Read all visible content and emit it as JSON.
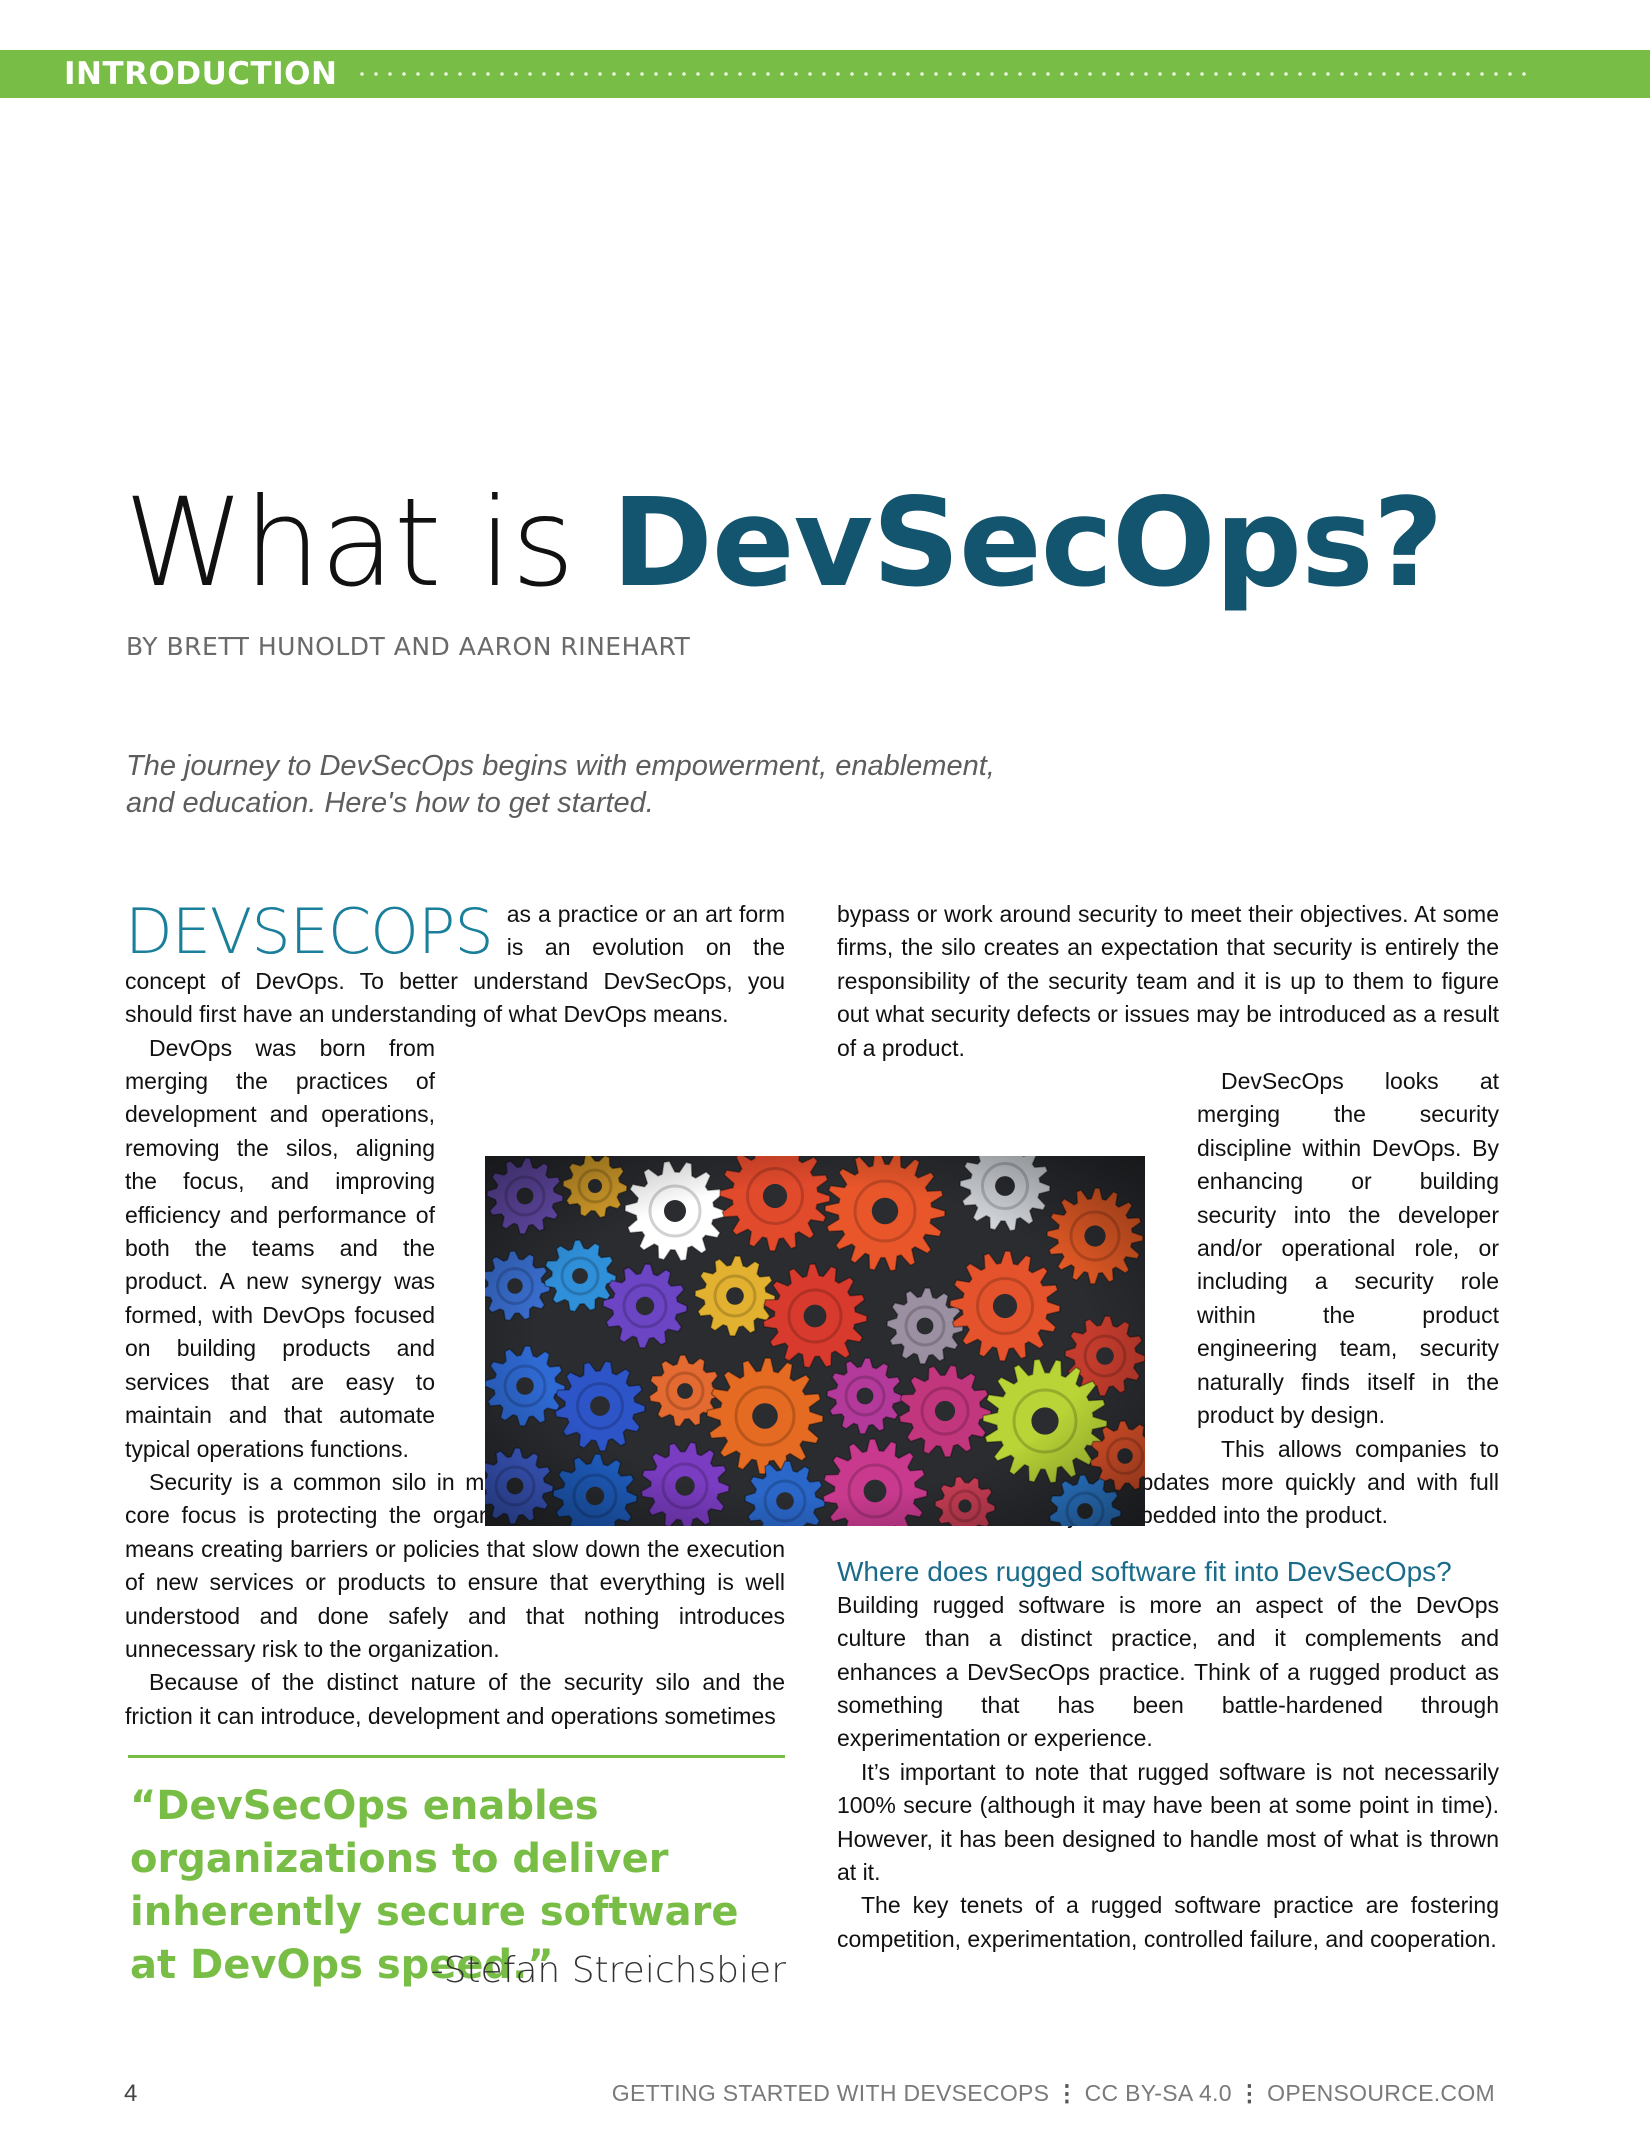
{
  "header": {
    "section": "INTRODUCTION"
  },
  "article": {
    "title_plain": "What is ",
    "title_accent": "DevSecOps?",
    "byline": "BY BRETT HUNOLDT AND AARON RINEHART",
    "lede_line1": "The journey to DevSecOps begins with empowerment, enablement,",
    "lede_line2": "and education. Here's how to get started.",
    "dropcap": "DEVSECOPS",
    "p1": "as a practice or an art form is an evolution on the concept of DevOps. To better understand DevSecOps, you should first have an understanding of what DevOps means.",
    "p2": "DevOps was born from merging the practices of development and operations, removing the silos, aligning the focus, and improving efficiency and performance of both the teams and the product. A new synergy was formed, with DevOps focused on building products and services that are easy to maintain and that automate typical operations functions.",
    "p3": "Security is a common silo in many organizations. Security’s core focus is protecting the organization, and sometimes this means creating barriers or policies that slow down the execution of new services or products to ensure that everything is well understood and done safely and that nothing introduces unnecessary risk to the organization.",
    "p4": "Because of the distinct nature of the security silo and the friction it can introduce, development and operations sometimes",
    "p5": "bypass or work around security to meet their objectives. At some firms, the silo creates an expectation that security is entirely the responsibility of the security team and it is up to them to figure out what security defects or issues may be introduced as a result of a product.",
    "p6": "DevSecOps looks at merging the security discipline within DevOps. By enhancing or building security into the developer and/or operational role, or including a security role within the product engineering team, security naturally finds itself in the product by design.",
    "p7": "This allows companies to release new products and updates more quickly and with full confidence that security is embedded into the product.",
    "subhead": "Where does rugged software fit into DevSecOps?",
    "p8": "Building rugged software is more an aspect of the DevOps culture than a distinct practice, and it complements and enhances a DevSecOps practice. Think of a rugged product as something that has been battle-hardened through experimentation or experience.",
    "p9": "It’s important to note that rugged software is not necessarily 100% secure (although it may have been at some point in time). However, it has been designed to handle most of what is thrown at it.",
    "p10": "The key tenets of a rugged software practice are fostering competition, experimentation, controlled failure, and cooperation."
  },
  "pull_quote": {
    "text": "“DevSecOps enables organizations to deliver inherently secure software at DevOps speed.”",
    "author": "-Stefan Streichsbier"
  },
  "footer": {
    "page_number": "4",
    "book": "GETTING STARTED WITH DEVSECOPS",
    "license": "CC BY-SA 4.0",
    "site": "OPENSOURCE.COM",
    "separator": "⋮"
  },
  "colors": {
    "accent_green": "#78bd45",
    "title_blue": "#13546e",
    "dropcap_teal": "#1a7f9a",
    "subhead_blue": "#1a6c8a"
  }
}
